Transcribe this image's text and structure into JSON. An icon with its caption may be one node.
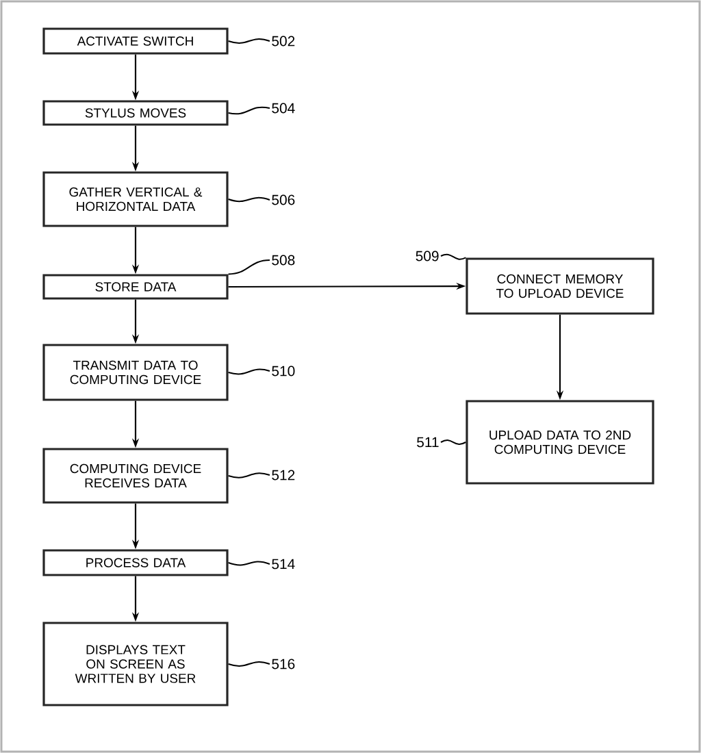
{
  "diagram": {
    "nodes": [
      {
        "text": [
          "ACTIVATE SWITCH"
        ]
      },
      {
        "text": [
          "STYLUS MOVES"
        ]
      },
      {
        "text": [
          "GATHER VERTICAL & HORIZONTAL DATA"
        ]
      },
      {
        "text": [
          "STORE DATA"
        ]
      },
      {
        "text": [
          "TRANSMIT DATA TO COMPUTING DEVICE"
        ]
      },
      {
        "text": [
          "COMPUTING DEVICE RECEIVES DATA"
        ]
      },
      {
        "text": [
          "PROCESS DATA"
        ]
      },
      {
        "text": [
          "DISPLAYS TEXT ON SCREEN AS WRITTEN BY USER"
        ]
      },
      {
        "text": [
          "CONNECT MEMORY TO UPLOAD DEVICE"
        ]
      },
      {
        "text": [
          "UPLOAD DATA TO 2ND COMPUTING DEVICE"
        ]
      },
      {
        "text": [
          "502"
        ]
      },
      {
        "text": [
          "504"
        ]
      },
      {
        "text": [
          "506"
        ]
      },
      {
        "text": [
          "508"
        ]
      },
      {
        "text": [
          "509"
        ]
      },
      {
        "text": [
          "510"
        ]
      },
      {
        "text": [
          "511"
        ]
      },
      {
        "text": [
          "512"
        ]
      },
      {
        "text": [
          "514"
        ]
      },
      {
        "text": [
          "516"
        ]
      }
    ],
    "edges": [
      {
        "from": 0,
        "to": 1,
        "arrow": "to"
      },
      {
        "from": 1,
        "to": 2,
        "arrow": "to"
      },
      {
        "from": 2,
        "to": 3,
        "arrow": "to"
      },
      {
        "from": 3,
        "to": 4,
        "arrow": "to"
      },
      {
        "from": 3,
        "to": 8,
        "arrow": "to"
      },
      {
        "from": 8,
        "to": 9,
        "arrow": "to"
      },
      {
        "from": 4,
        "to": 5,
        "arrow": "to"
      },
      {
        "from": 5,
        "to": 6,
        "arrow": "to"
      },
      {
        "from": 6,
        "to": 7,
        "arrow": "to"
      },
      {
        "from": 10,
        "to": 0,
        "arrow": "none"
      },
      {
        "from": 11,
        "to": 1,
        "arrow": "none"
      },
      {
        "from": 12,
        "to": 2,
        "arrow": "none"
      },
      {
        "from": 13,
        "to": 3,
        "arrow": "none"
      },
      {
        "from": 14,
        "to": 8,
        "arrow": "none"
      },
      {
        "from": 15,
        "to": 4,
        "arrow": "none"
      },
      {
        "from": 16,
        "to": 9,
        "arrow": "none"
      },
      {
        "from": 17,
        "to": 5,
        "arrow": "none"
      },
      {
        "from": 18,
        "to": 6,
        "arrow": "none"
      },
      {
        "from": 19,
        "to": 7,
        "arrow": "none"
      }
    ]
  }
}
